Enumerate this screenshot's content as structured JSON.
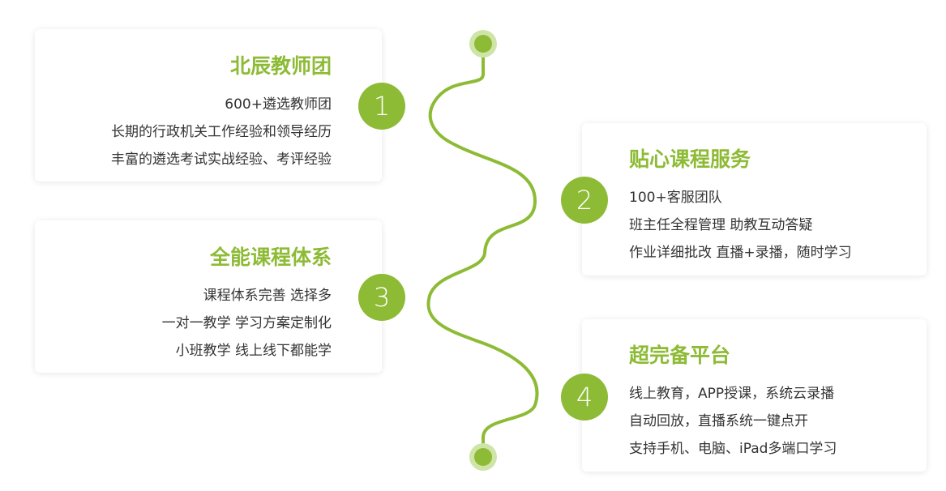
{
  "accent_color": "#8dbb35",
  "steps": [
    {
      "number": "1",
      "title": "北辰教师团",
      "lines": [
        "600+遴选教师团",
        "长期的行政机关工作经验和领导经历",
        "丰富的遴选考试实战经验、考评经验"
      ]
    },
    {
      "number": "2",
      "title": "贴心课程服务",
      "lines": [
        "100+客服团队",
        "班主任全程管理  助教互动答疑",
        "作业详细批改  直播+录播，随时学习"
      ]
    },
    {
      "number": "3",
      "title": "全能课程体系",
      "lines": [
        "课程体系完善 选择多",
        "一对一教学 学习方案定制化",
        "小班教学 线上线下都能学"
      ]
    },
    {
      "number": "4",
      "title": "超完备平台",
      "lines": [
        "线上教育，APP授课，系统云录播",
        "自动回放，直播系统一键点开",
        "支持手机、电脑、iPad多端口学习"
      ]
    }
  ]
}
